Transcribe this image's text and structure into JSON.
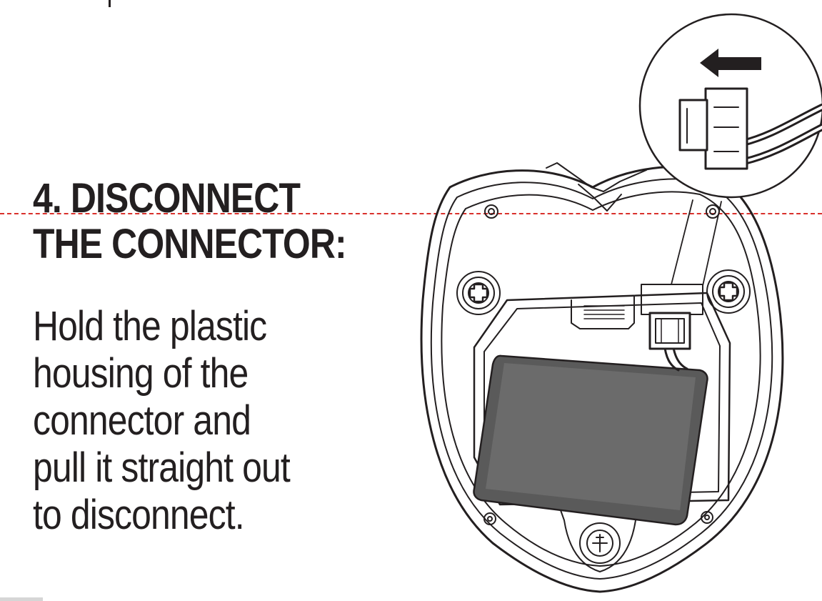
{
  "heading": {
    "line1": "4. DISCONNECT",
    "line2": "THE CONNECTOR:"
  },
  "body": {
    "lines": [
      "Hold the plastic",
      "housing of the",
      "connector and",
      "pull it straight out",
      "to disconnect."
    ]
  },
  "colors": {
    "text": "#231f20",
    "cut_line": "#d9302b",
    "battery": "#5a5a5a"
  },
  "icons": {
    "arrow": "arrow-left-icon",
    "screw": "phillips-screw-icon"
  }
}
